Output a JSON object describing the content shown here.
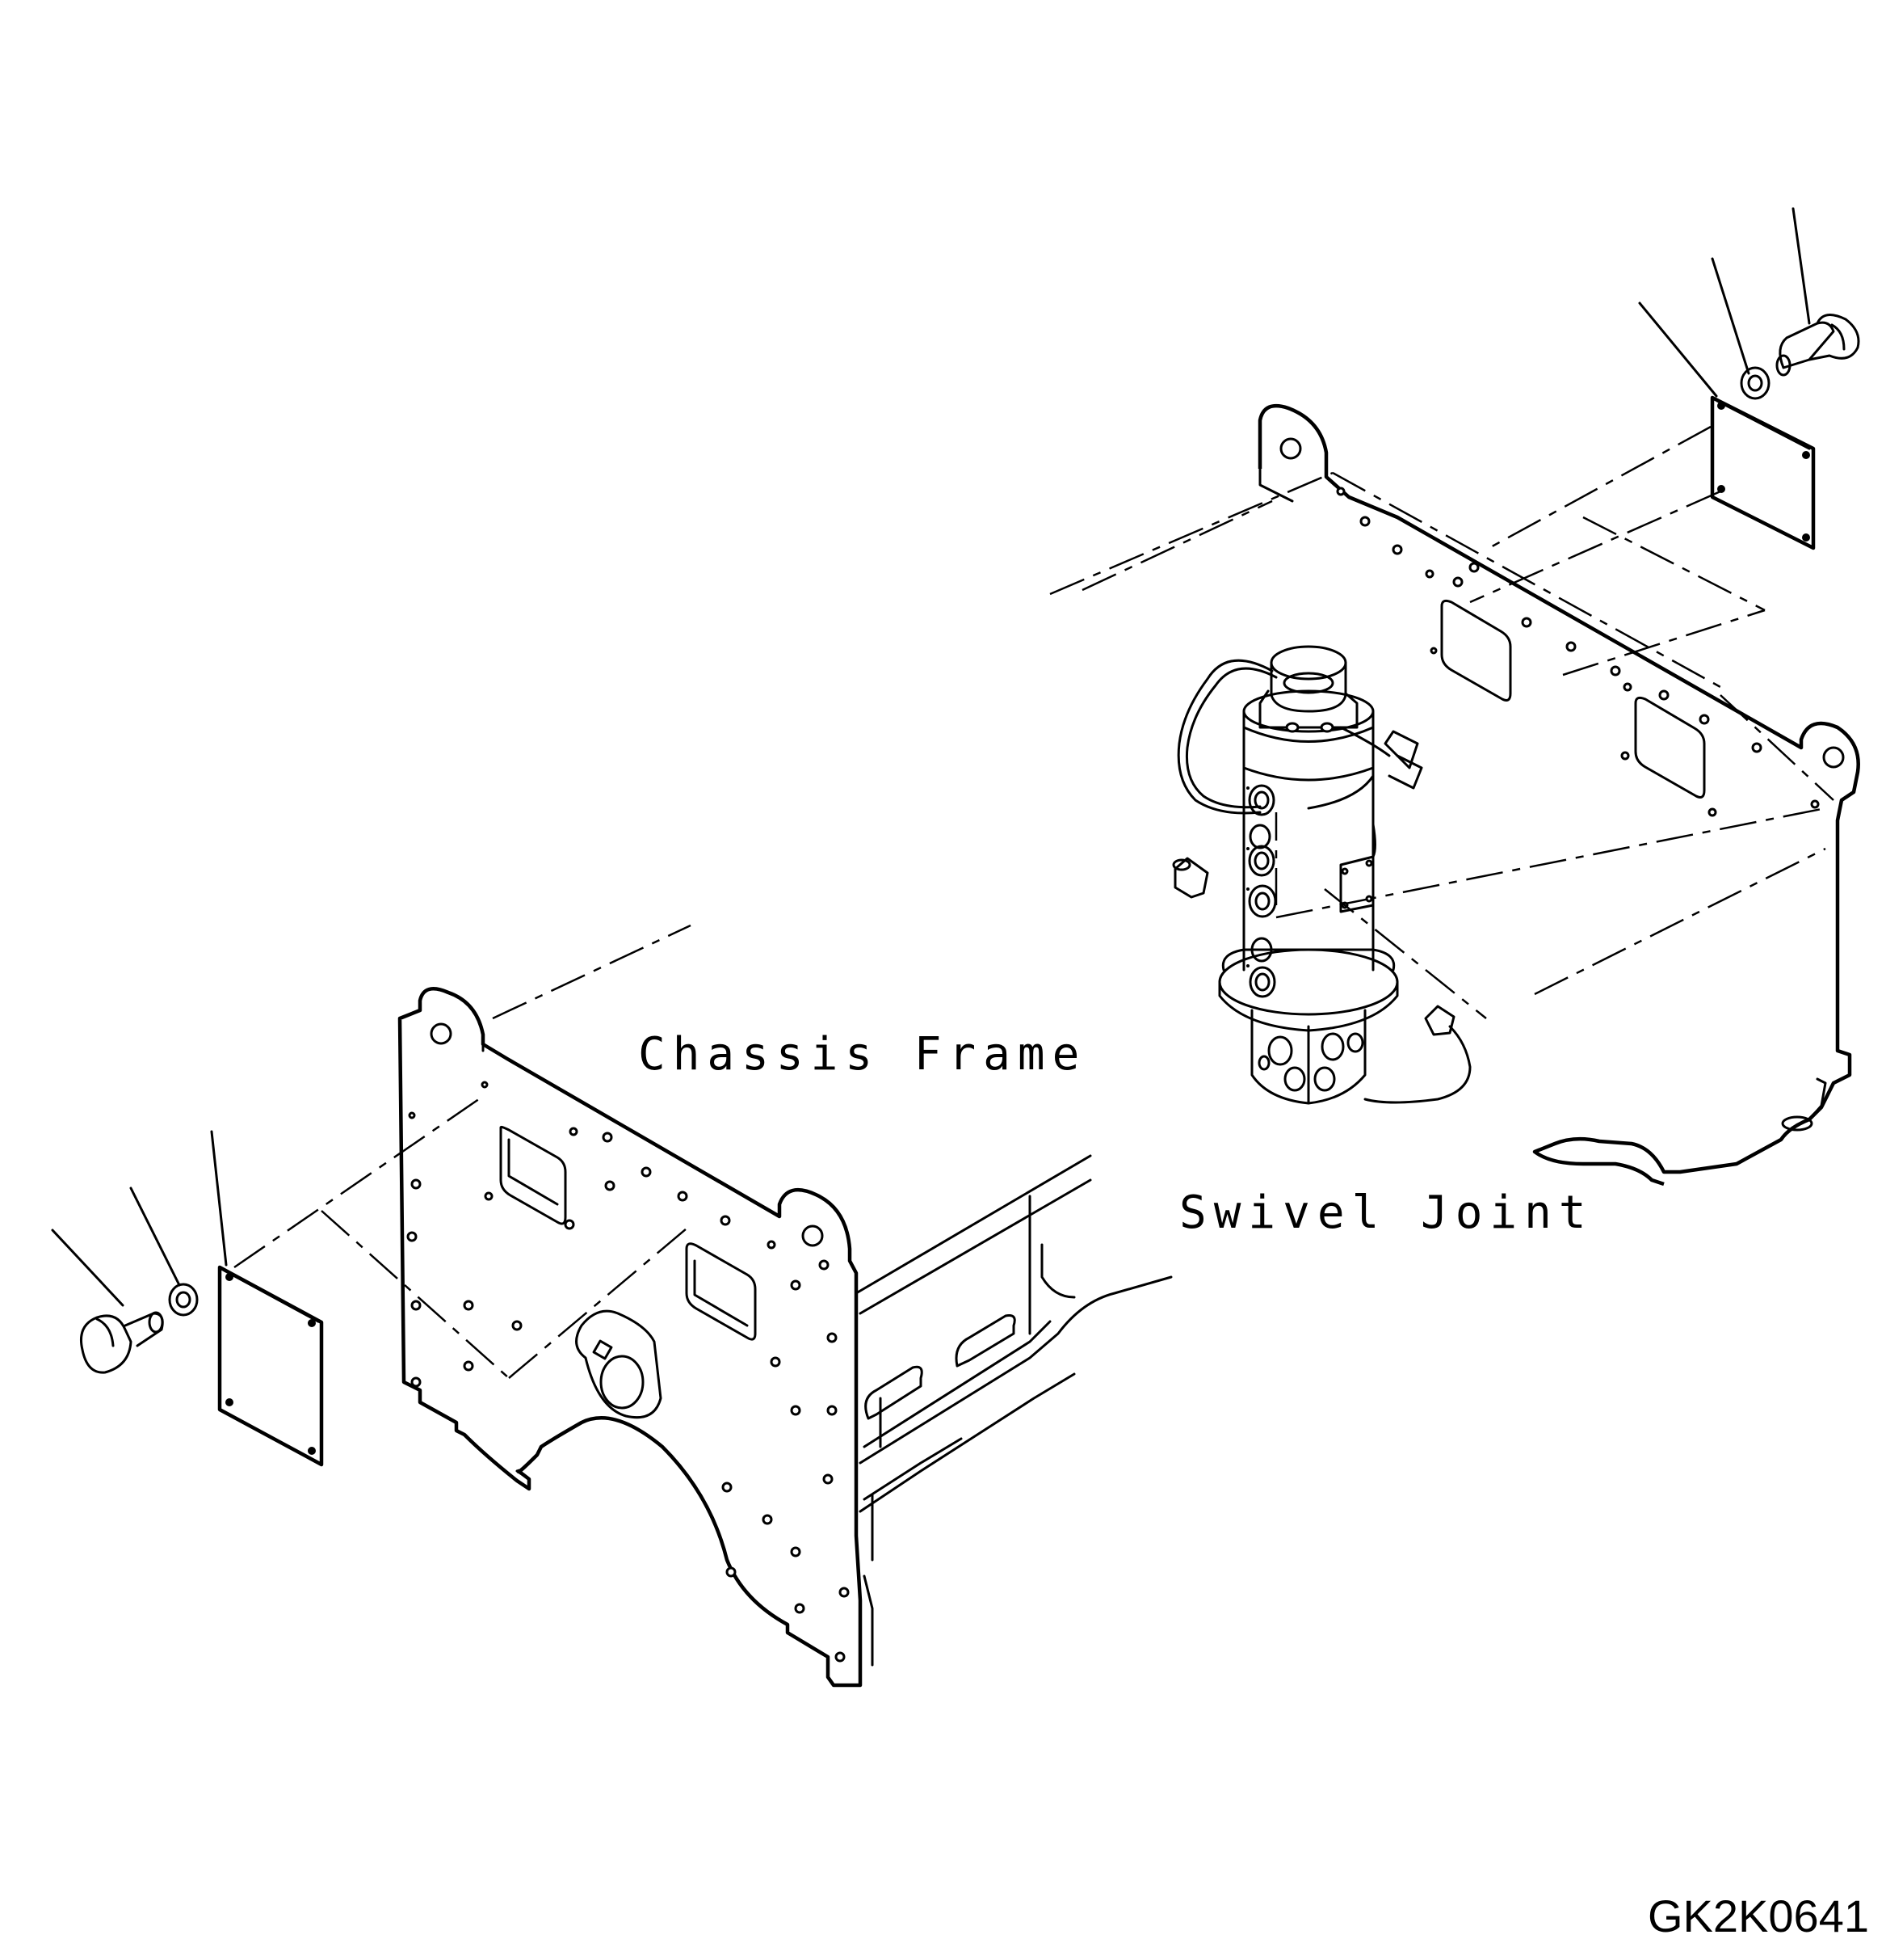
{
  "labels": {
    "chassis_frame": "Chassis Frame",
    "swivel_joint": "Swivel Joint",
    "drawing_code": "GK2K0641"
  },
  "colors": {
    "line": "#000000",
    "background": "#ffffff"
  }
}
